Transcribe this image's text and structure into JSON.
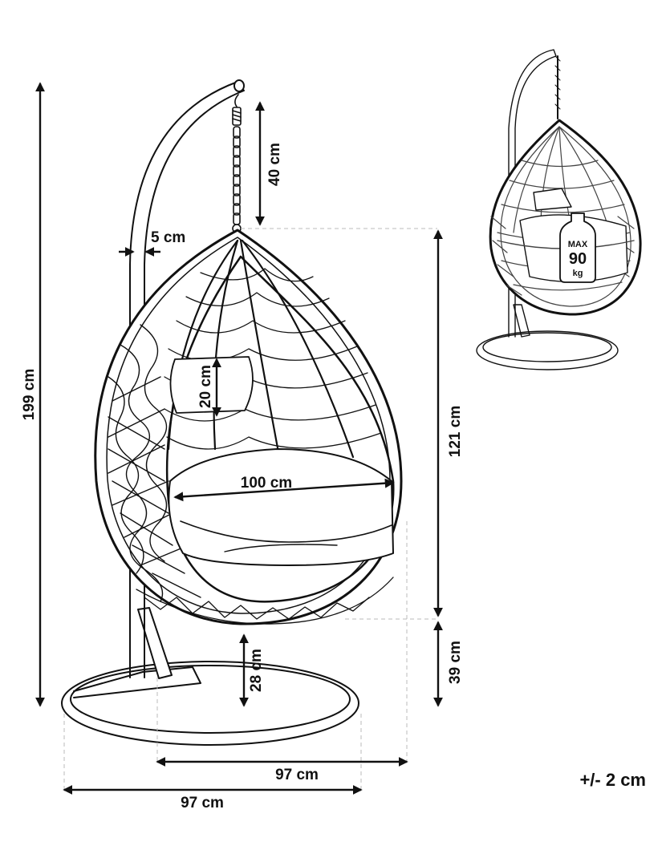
{
  "dimensions": {
    "total_height": "199 cm",
    "chain_length": "40 cm",
    "pole_diameter": "5 cm",
    "cushion_height": "20 cm",
    "basket_height": "121 cm",
    "seat_width": "100 cm",
    "basket_clearance": "39 cm",
    "seat_to_base": "28 cm",
    "base_depth": "97 cm",
    "base_width": "97 cm",
    "tolerance": "+/- 2 cm"
  },
  "weight_badge": {
    "line1": "MAX",
    "line2": "90",
    "line3": "kg"
  },
  "colors": {
    "line": "#111111",
    "guide": "#bbbbbb",
    "weave_dark": "#444444"
  }
}
